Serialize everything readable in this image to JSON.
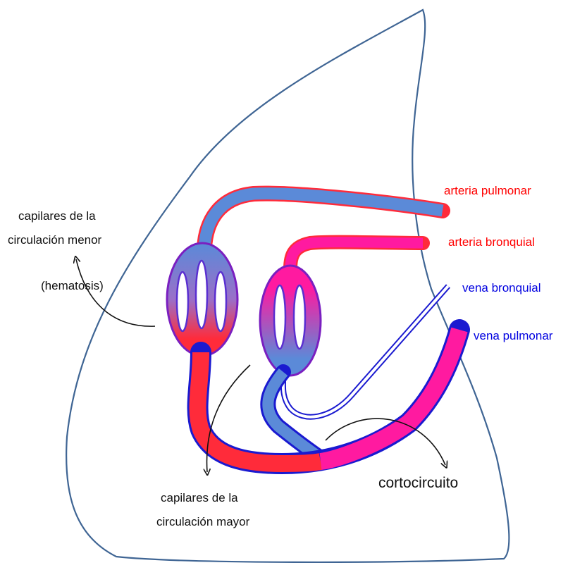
{
  "labels": {
    "arteria_pulmonar": "arteria pulmonar",
    "arteria_bronquial": "arteria bronquial",
    "vena_bronquial": "vena bronquial",
    "vena_pulmonar": "vena pulmonar",
    "cap_menor_1": "capilares de la",
    "cap_menor_2": "circulación menor",
    "hematosis": "(hematosis)",
    "cap_mayor_1": "capilares de la",
    "cap_mayor_2": "circulación mayor",
    "cortocircuito": "cortocircuito"
  },
  "colors": {
    "outline": "#3f6594",
    "arterial_red": "#ff2b3a",
    "venous_blue": "#5b8ad8",
    "magenta": "#ff1aa0",
    "border_blue": "#1a1ad0",
    "label_red": "#ff0000",
    "label_blue": "#0000e0"
  }
}
